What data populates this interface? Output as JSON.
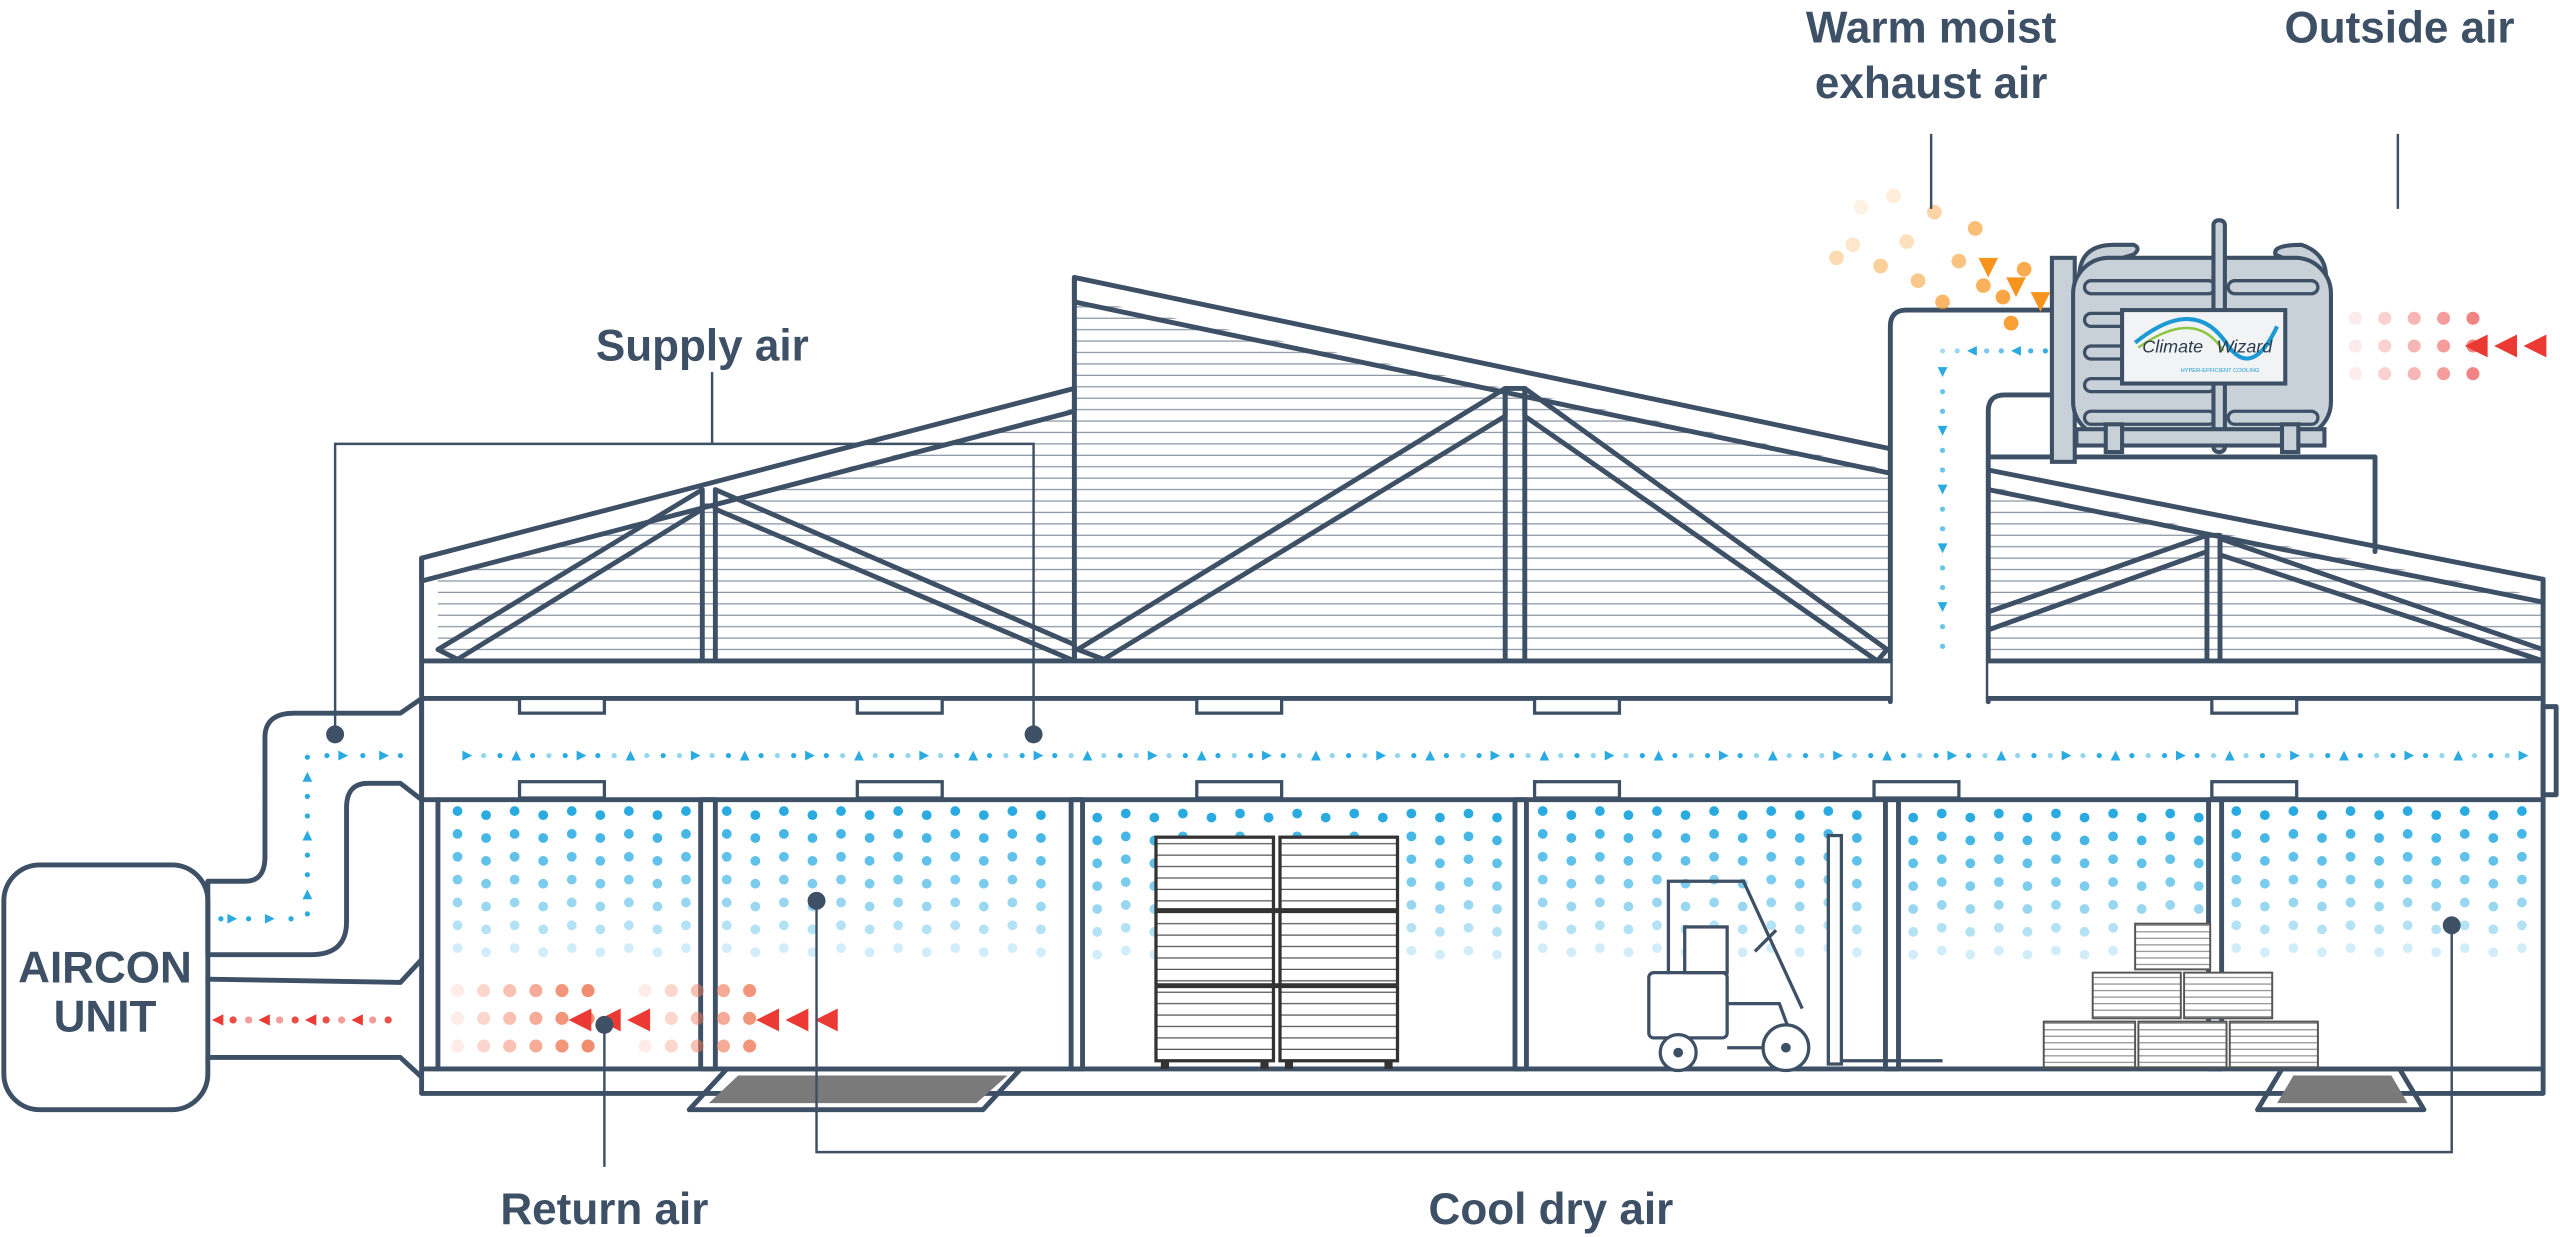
{
  "labels": {
    "supply_air": "Supply air",
    "exhaust_line1": "Warm moist",
    "exhaust_line2": "exhaust air",
    "outside_air": "Outside air",
    "return_air": "Return air",
    "cool_dry_air": "Cool dry air"
  },
  "aircon": {
    "line1": "AIRCON",
    "line2": "UNIT"
  },
  "climate_wizard": {
    "brand_part1": "Climate",
    "brand_part2": "Wizard",
    "tagline": "HYPER-EFFICIENT COOLING"
  },
  "colors": {
    "outline": "#3d5066",
    "supply_blue": "#29abe2",
    "duct_fill": "#d0eafa",
    "return_red": "#ea3a33",
    "exhaust_orange": "#f7941d",
    "unit_gray": "#c8d0d8"
  }
}
